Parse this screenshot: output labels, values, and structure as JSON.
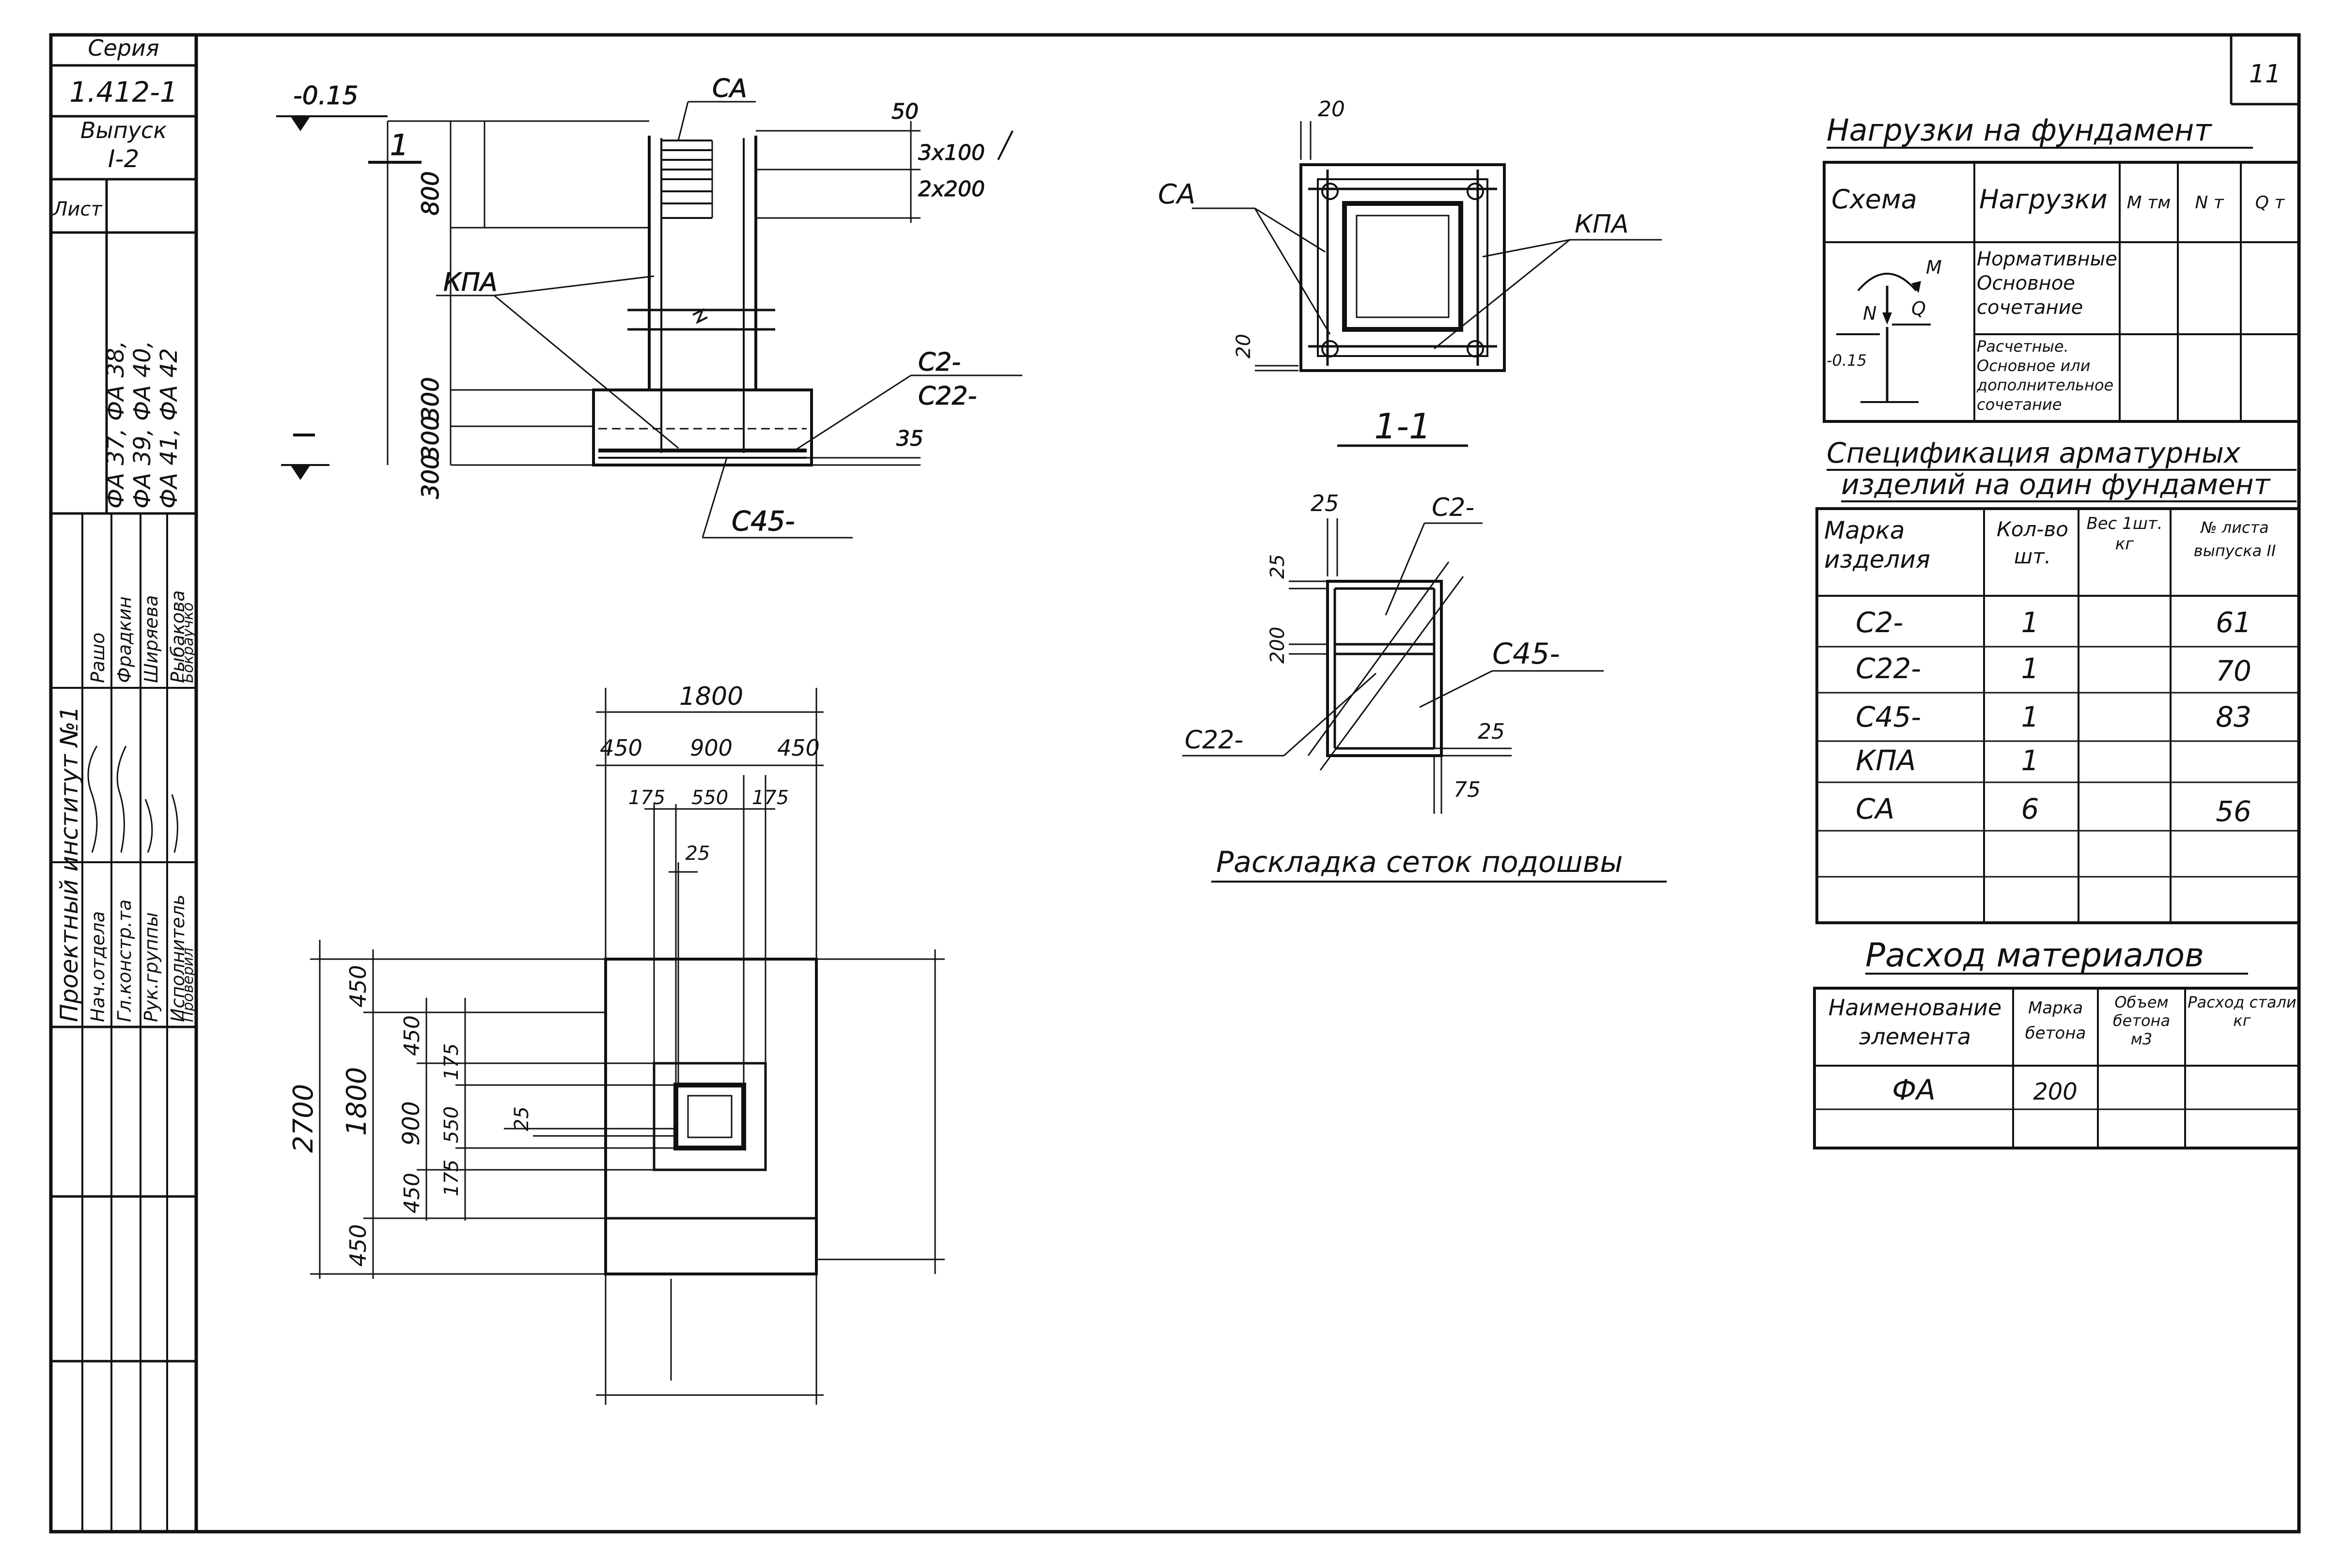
{
  "title_block": {
    "series_label": "Серия",
    "series_value": "1.412-1",
    "issue_label": "Выпуск",
    "issue_value": "I-2",
    "sheet_label": "Лист",
    "doc_codes": [
      "ФА 37, ФА 38,",
      "ФА 39, ФА 40,",
      "ФА 41, ФА 42"
    ],
    "institute": "Проектный институт №1",
    "roles": [
      "Нач.отдела",
      "Гл.констр.та",
      "Рук.группы",
      "Исполнитель",
      "Проверил"
    ],
    "names": [
      "Рашо",
      "Фрадкин",
      "Ширяева",
      "Рыбакова",
      "Бокраучко"
    ]
  },
  "sheet_number": "11",
  "elevation": {
    "level_top": "-0.15",
    "ca": "СА",
    "kpa": "КПА",
    "c2": "С2-",
    "c22": "С22-",
    "c45": "С45-",
    "dim_50": "50",
    "dim_3x100": "3x100",
    "dim_2x200": "2x200",
    "dim_800": "800",
    "dim_300a": "300",
    "dim_300b": "300",
    "dim_300c": "300",
    "dim_35": "35",
    "section_mark": "1"
  },
  "section_1_1": {
    "title": "1-1",
    "ca": "СА",
    "kpa": "КПА",
    "dim_20a": "20",
    "dim_20b": "20"
  },
  "mesh_layout": {
    "title": "Раскладка сеток подошвы",
    "c2": "С2-",
    "c45": "С45-",
    "c22": "С22-",
    "dim_25a": "25",
    "dim_25b": "25",
    "dim_200": "200",
    "dim_25c": "25",
    "dim_75": "75"
  },
  "plan": {
    "dim_1800_top": "1800",
    "dim_450_l": "450",
    "dim_900": "900",
    "dim_450_r": "450",
    "dim_175_l": "175",
    "dim_550": "550",
    "dim_175_r": "175",
    "dim_25_top": "25",
    "dim_2700": "2700",
    "dim_1800_left": "1800",
    "dim_450_a": "450",
    "dim_450_b": "450",
    "dim_450_c": "450",
    "dim_450_d": "450",
    "dim_900_v": "900",
    "dim_175_a": "175",
    "dim_550_v": "550",
    "dim_175_b": "175",
    "dim_25_v": "25"
  },
  "loads_table": {
    "title": "Нагрузки на фундамент",
    "headers": [
      "Схема",
      "Нагрузки",
      "M тм",
      "N т",
      "Q т"
    ],
    "rows": [
      "Нормативные. Основное сочетание",
      "Расчетные. Основное или дополнительное сочетание"
    ],
    "scheme_labels": [
      "M",
      "N",
      "Q",
      "-0.15"
    ]
  },
  "spec_table": {
    "title_line1": "Спецификация арматурных",
    "title_line2": "изделий на один фундамент",
    "headers": [
      "Марка изделия",
      "Кол-во шт.",
      "Вес 1шт. кг",
      "№ листа выпуска II"
    ],
    "rows": [
      {
        "mark": "С2-",
        "qty": "1",
        "weight": "",
        "sheet": "61"
      },
      {
        "mark": "С22-",
        "qty": "1",
        "weight": "",
        "sheet": "70"
      },
      {
        "mark": "С45-",
        "qty": "1",
        "weight": "",
        "sheet": "83"
      },
      {
        "mark": "КПА",
        "qty": "1",
        "weight": "",
        "sheet": ""
      },
      {
        "mark": "СА",
        "qty": "6",
        "weight": "",
        "sheet": "56"
      }
    ]
  },
  "materials_table": {
    "title": "Расход материалов",
    "headers": [
      "Наименование элемента",
      "Марка бетона",
      "Объем бетона м3",
      "Расход стали кг"
    ],
    "rows": [
      {
        "element": "ФА",
        "grade": "200",
        "volume": "",
        "steel": ""
      }
    ]
  }
}
